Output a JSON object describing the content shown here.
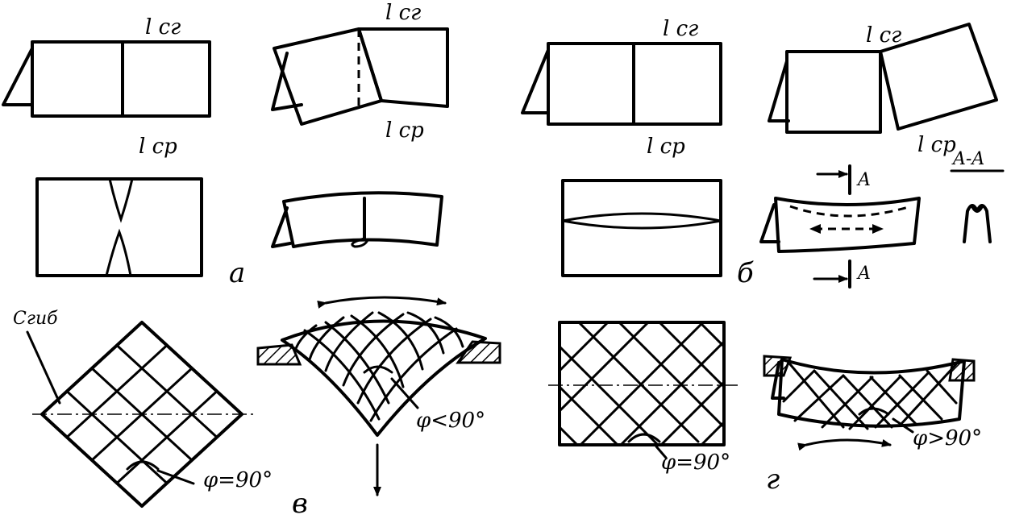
{
  "labels": {
    "l_cg": "l cг",
    "l_cp": "l cp",
    "section_mark": "A",
    "section_title": "A-A",
    "bend_line": "Сгиб",
    "angle_eq90": "φ=90°",
    "angle_lt90": "φ<90°",
    "angle_gt90": "φ>90°"
  },
  "panels": {
    "a": "а",
    "b": "б",
    "v": "в",
    "g": "г"
  }
}
